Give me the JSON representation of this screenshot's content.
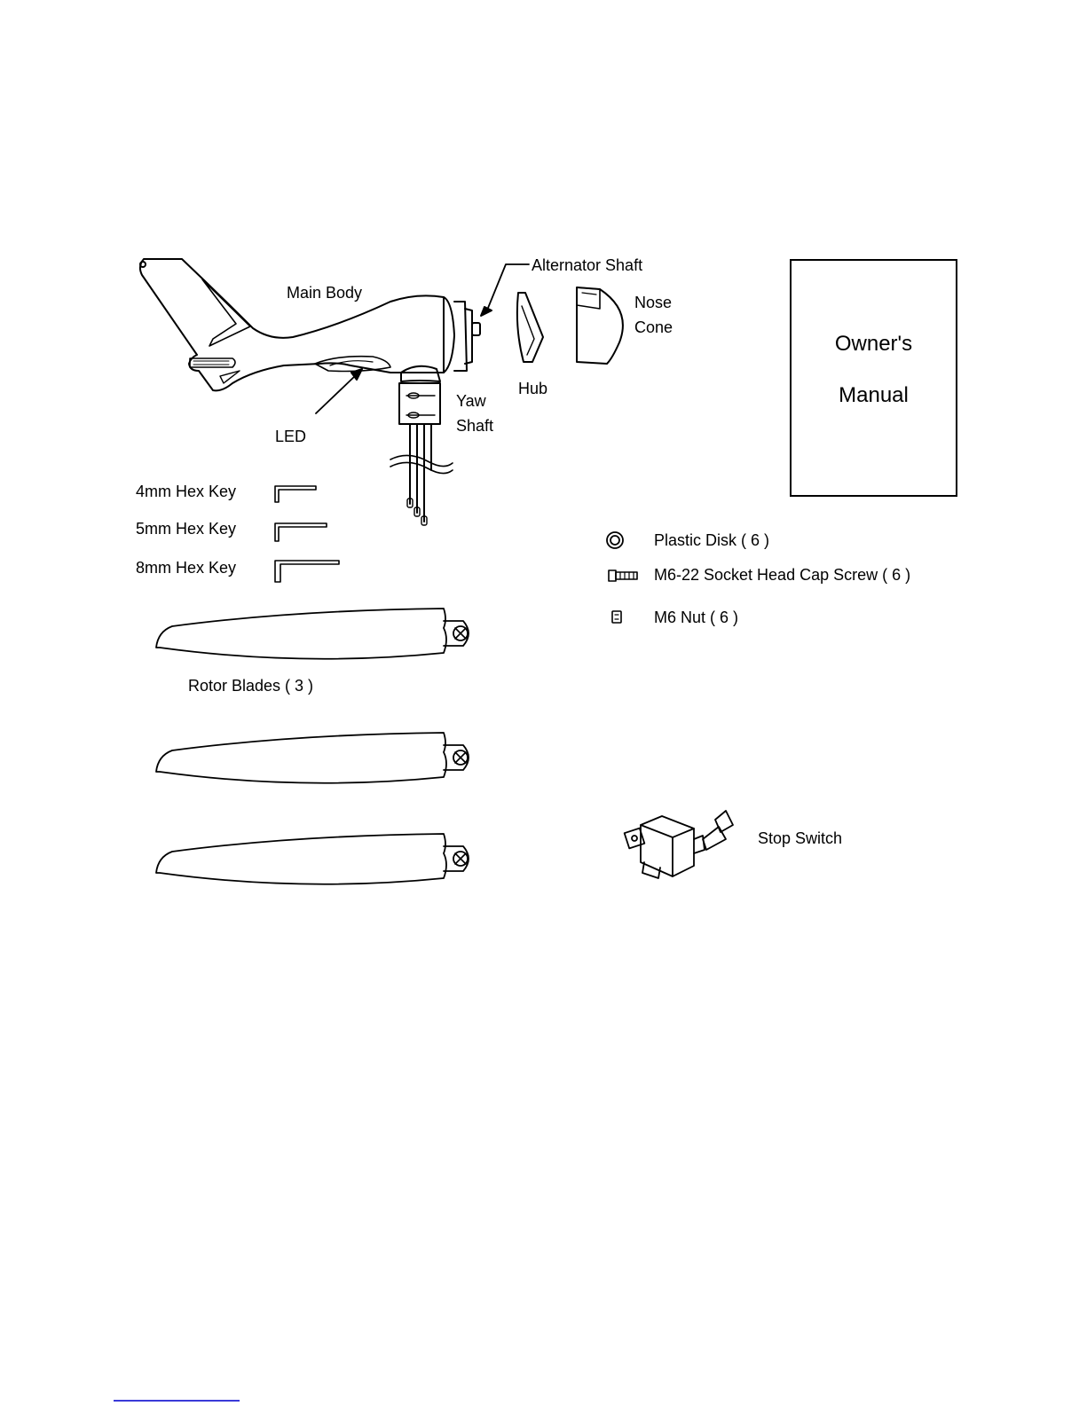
{
  "labels": {
    "main_body": "Main Body",
    "alternator_shaft": "Alternator Shaft",
    "nose": "Nose",
    "cone": "Cone",
    "hub": "Hub",
    "yaw": "Yaw",
    "shaft": "Shaft",
    "led": "LED",
    "hex_4mm": "4mm Hex Key",
    "hex_5mm": "5mm Hex Key",
    "hex_8mm": "8mm Hex Key",
    "plastic_disk": "Plastic Disk ( 6 )",
    "screw": "M6-22 Socket Head Cap Screw ( 6 )",
    "nut": "M6 Nut ( 6 )",
    "rotor_blades": "Rotor Blades ( 3 )",
    "stop_switch": "Stop Switch"
  },
  "manual": {
    "line1": "Owner's",
    "line2": "Manual"
  }
}
